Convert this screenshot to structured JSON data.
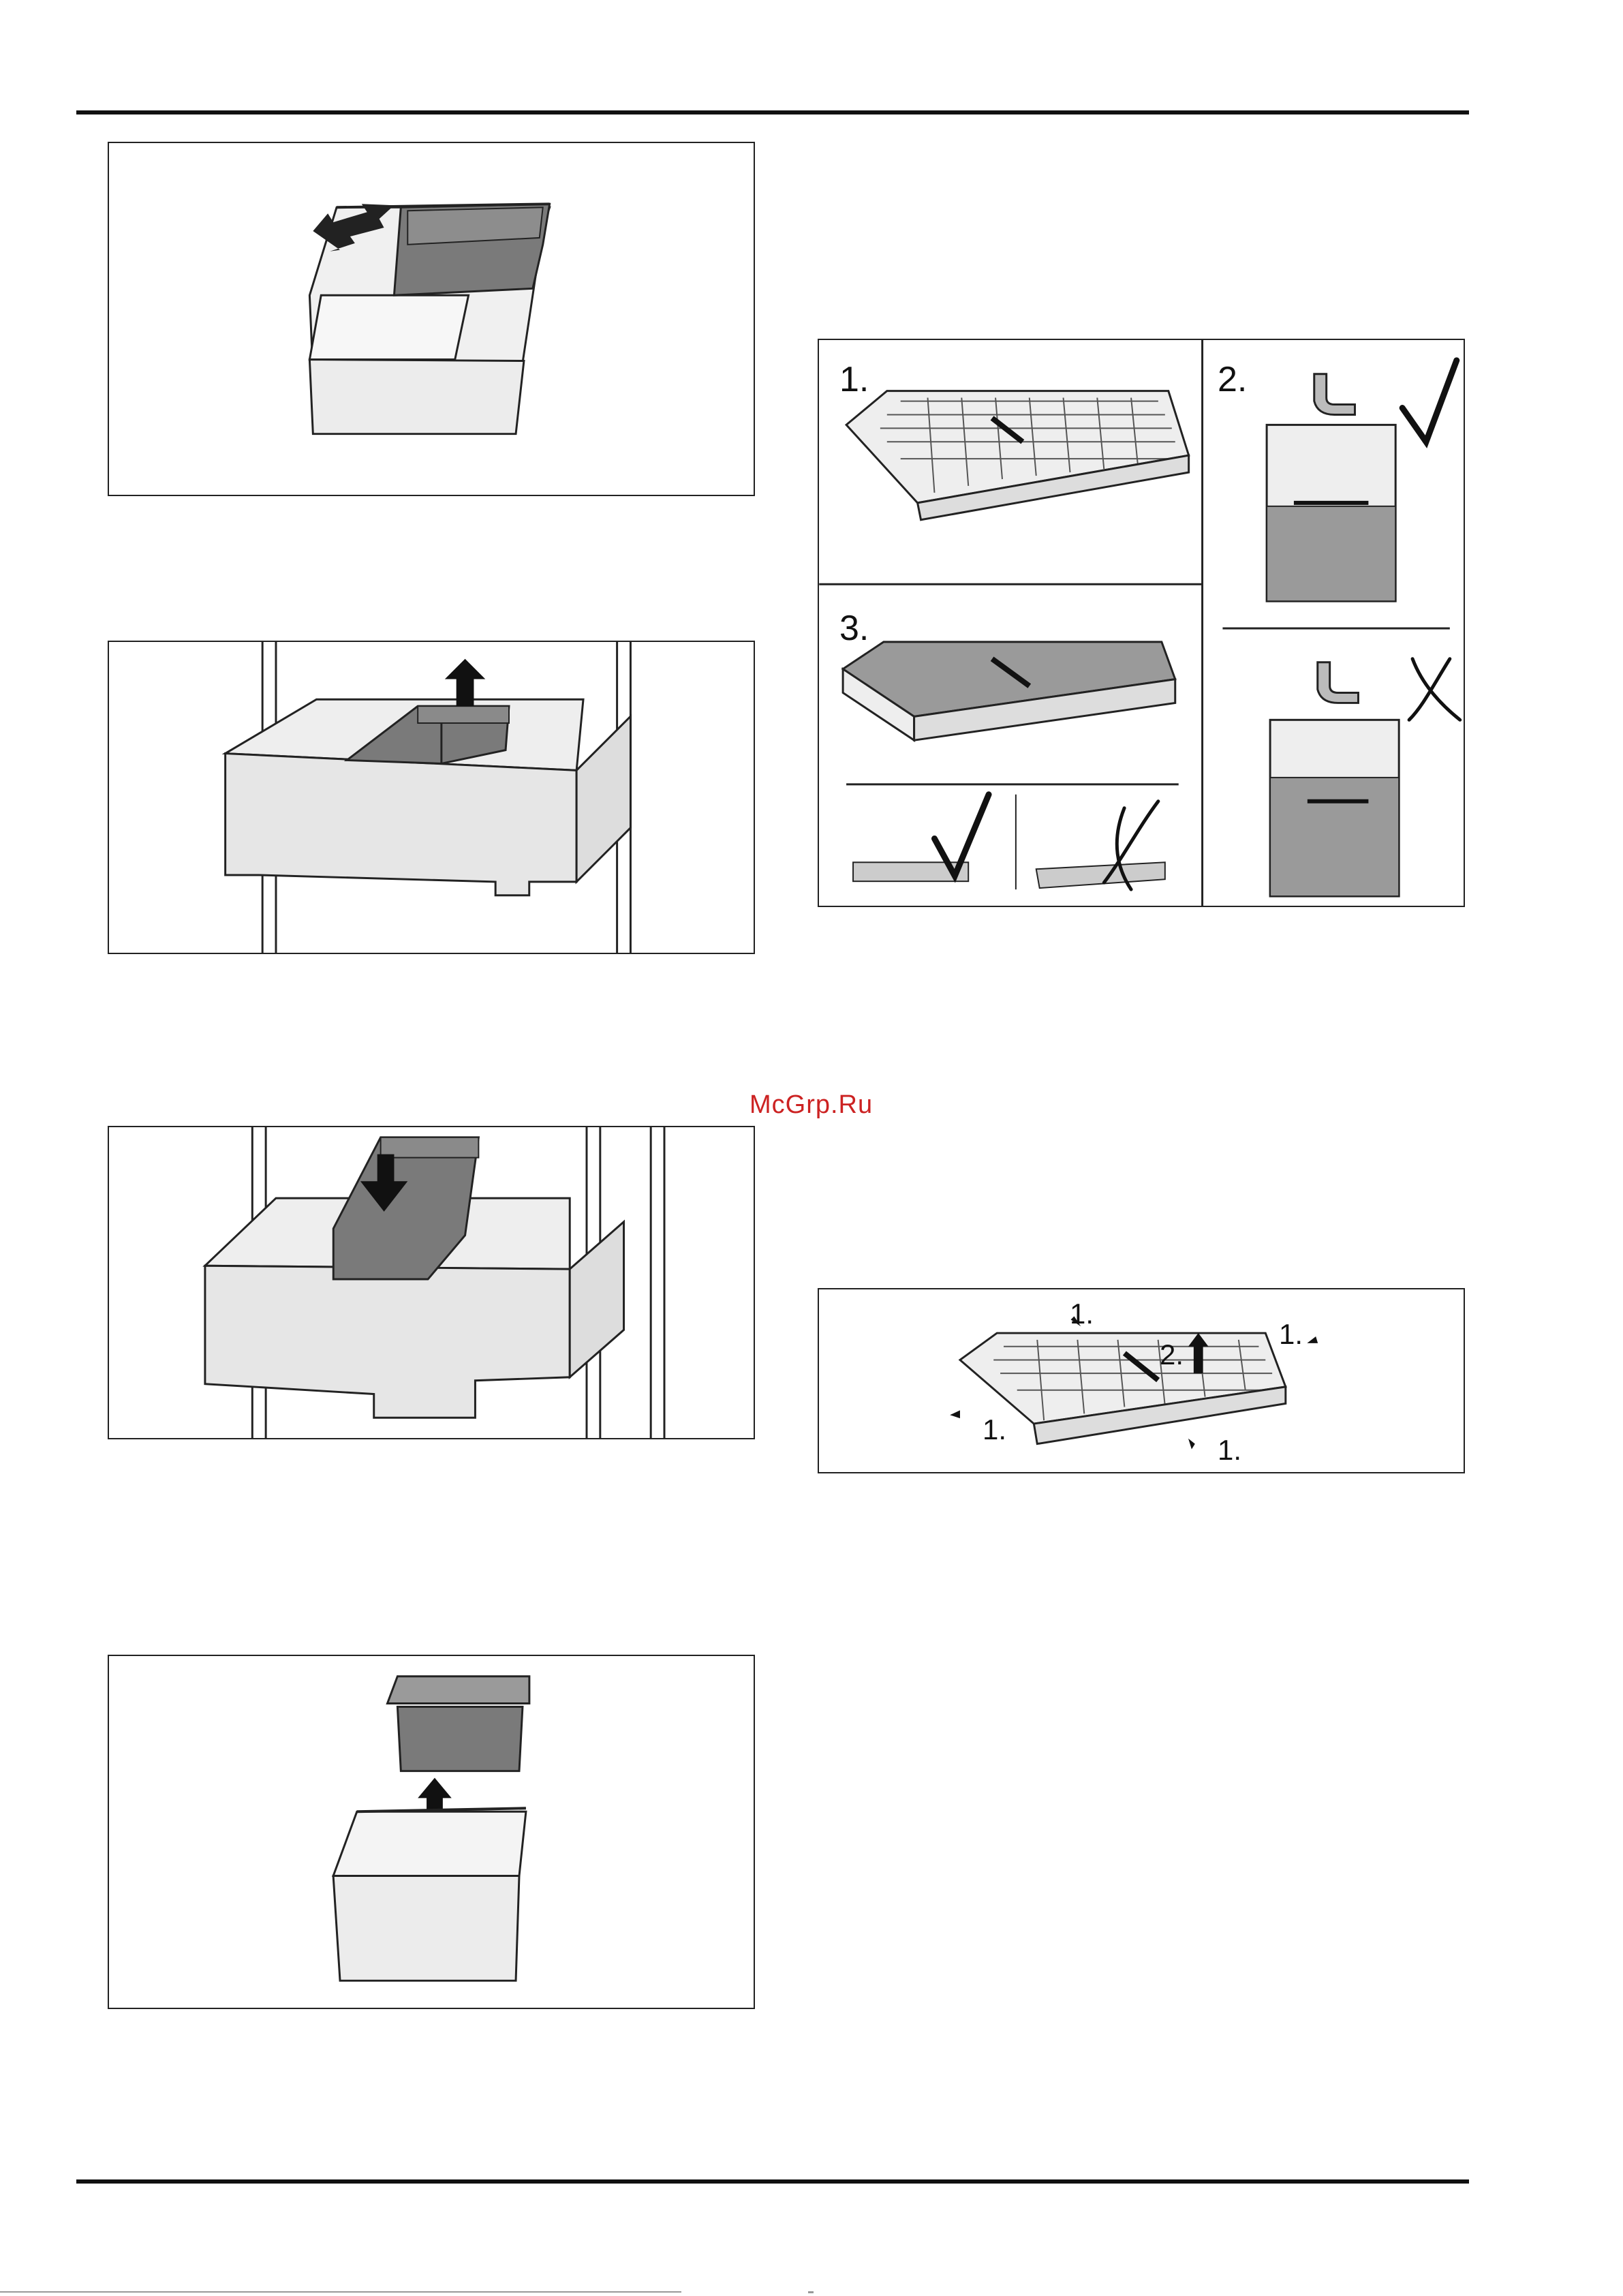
{
  "watermark": "McGrp.Ru",
  "filter_panel": {
    "steps": [
      "1.",
      "2.",
      "3."
    ]
  },
  "removal_panel": {
    "labels": [
      "1.",
      "1.",
      "2.",
      "1.",
      "1."
    ]
  },
  "colors": {
    "line": "#222222",
    "shade": "#7a7a7a",
    "light": "#dcdcdc",
    "watermark": "#cc2222"
  },
  "icons": [
    "double-arrow-icon",
    "arrow-up-icon",
    "arrow-down-icon",
    "check-icon",
    "cross-icon",
    "tap-icon"
  ]
}
